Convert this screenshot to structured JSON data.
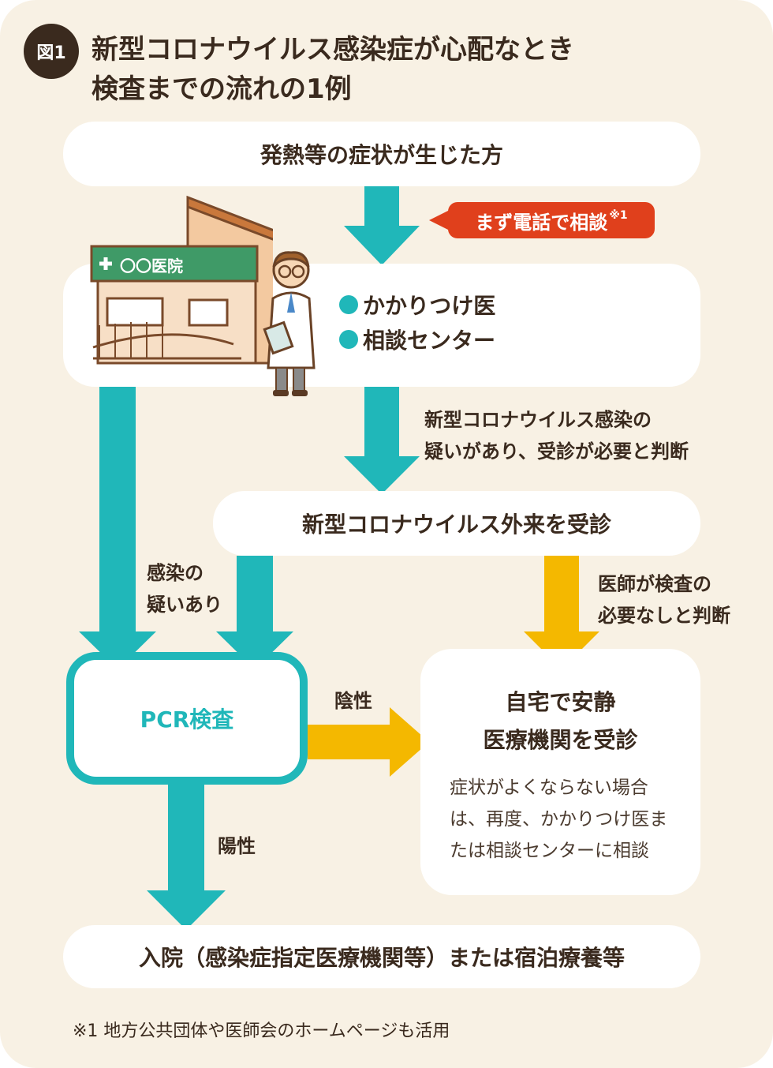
{
  "header": {
    "badge": "図1",
    "title_line1": "新型コロナウイルス感染症が心配なとき",
    "title_line2": "検査までの流れの1例"
  },
  "steps": {
    "start": "発熱等の症状が生じた方",
    "consult_callout": "まず電話で相談",
    "consult_callout_note": "※1",
    "consult_items": [
      "かかりつけ医",
      "相談センター"
    ],
    "hospital_sign": "〇〇医院",
    "judgement_line1": "新型コロナウイルス感染の",
    "judgement_line2": "疑いがあり、受診が必要と判断",
    "outpatient": "新型コロナウイルス外来を受診",
    "suspect_line1": "感染の",
    "suspect_line2": "疑いあり",
    "no_test_line1": "医師が検査の",
    "no_test_line2": "必要なしと判断",
    "pcr": "PCR検査",
    "negative": "陰性",
    "positive": "陽性",
    "home_line1": "自宅で安静",
    "home_line2": "医療機関を受診",
    "home_note_line1": "症状がよくならない場合",
    "home_note_line2": "は、再度、かかりつけ医ま",
    "home_note_line3": "たは相談センターに相談",
    "final": "入院（感染症指定医療機関等）または宿泊療養等"
  },
  "footnote": "※1 地方公共団体や医師会のホームページも活用",
  "colors": {
    "background": "#f8f1e4",
    "teal": "#20b7b9",
    "yellow": "#f4b800",
    "red": "#e0401c",
    "text": "#3a2a1e",
    "hospital_green": "#3f9a67"
  }
}
